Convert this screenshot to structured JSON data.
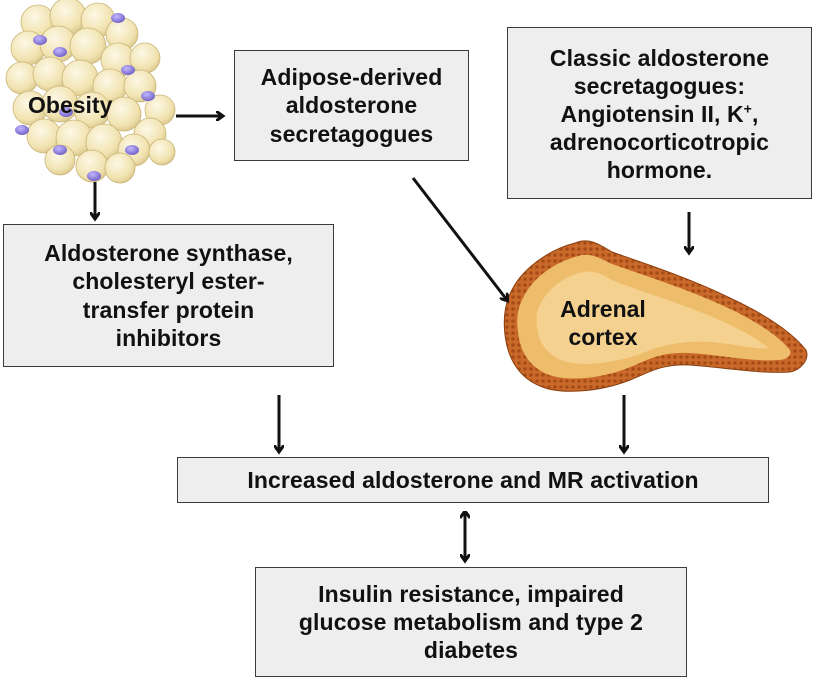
{
  "obesity": {
    "label": "Obesity"
  },
  "adipose_box": {
    "lines": [
      "Adipose-derived",
      "aldosterone",
      "secretagogues"
    ]
  },
  "classic_box": {
    "lines": [
      "Classic aldosterone",
      "secretagogues:",
      "Angiotensin II, K",
      "adrenocorticotropic",
      "hormone."
    ],
    "superscript": "+",
    "after_superscript": ","
  },
  "inhibitors_box": {
    "lines": [
      "Aldosterone synthase,",
      "cholesteryl ester-",
      "transfer protein",
      "inhibitors"
    ]
  },
  "adrenal": {
    "line1": "Adrenal",
    "line2": "cortex"
  },
  "increased_box": {
    "label": "Increased aldosterone and MR activation"
  },
  "insulin_box": {
    "lines": [
      "Insulin resistance, impaired",
      "glucose metabolism and type 2",
      "diabetes"
    ]
  },
  "colors": {
    "box_fill": "#eeeeee",
    "box_border": "#3a3a3a",
    "arrow": "#111111",
    "adipocyte_fill": "#f3e6b8",
    "nucleus": "#8f7fd2",
    "adrenal_outer": "#c76a2a",
    "adrenal_inner": "#f2cf86"
  }
}
